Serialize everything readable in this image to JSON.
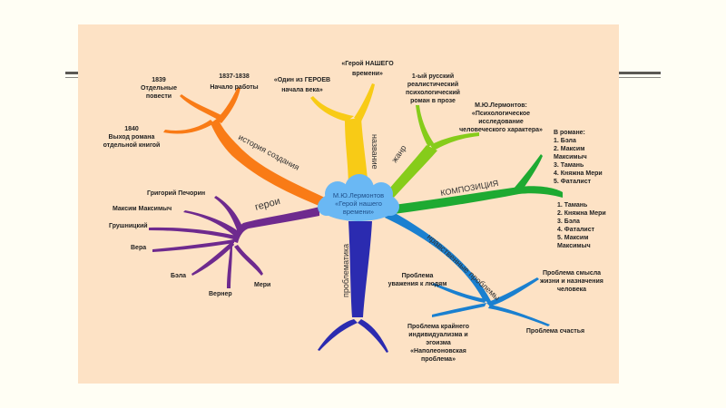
{
  "colors": {
    "slide_bg": "#fffef4",
    "panel_bg": "#fde2c5",
    "history": "#f97b16",
    "title": "#f8cb16",
    "genre": "#86cc1a",
    "composition": "#1eaa32",
    "moral": "#1a80d0",
    "problematics": "#2b2bb0",
    "heroes": "#6e2a8e",
    "cloud": "#6ab8f4"
  },
  "center": {
    "lines": [
      "М.Ю.Лермонтов",
      "«Герой нашего",
      "времени»"
    ]
  },
  "branches": {
    "history": {
      "label": "история создания",
      "notes": [
        {
          "lines": [
            "1839",
            "Отдельные",
            "повести"
          ]
        },
        {
          "lines": [
            "1837-1838",
            "Начало работы"
          ]
        },
        {
          "lines": [
            "1840",
            "Выход романа",
            "отдельной книгой"
          ]
        }
      ]
    },
    "title": {
      "label": "название",
      "notes": [
        {
          "lines": [
            "«Один из ГЕРОЕВ",
            "начала века»"
          ]
        },
        {
          "lines": [
            "«Герой НАШЕГО",
            "времени»"
          ]
        }
      ]
    },
    "genre": {
      "label": "жанр",
      "notes": [
        {
          "lines": [
            "1-ый русский",
            "реалистический",
            "психологический",
            "роман в прозе"
          ]
        },
        {
          "lines": [
            "М.Ю.Лермонтов:",
            "«Психологическое",
            "исследование",
            "человеческого характера»"
          ]
        }
      ]
    },
    "composition": {
      "label": "КОМПОЗИЦИЯ",
      "notes": [
        {
          "lines": [
            "В романе:",
            "1. Бэла",
            "2. Максим",
            "Максимыч",
            "3. Тамань",
            "4. Княжна Мери",
            "5. Фаталист"
          ]
        },
        {
          "lines": [
            "1. Тамань",
            "2. Княжна Мери",
            "3. Бэла",
            "4. Фаталист",
            "5. Максим",
            "Максимыч"
          ]
        }
      ]
    },
    "moral": {
      "label": "нравственные проблемы",
      "notes": [
        {
          "lines": [
            "Проблема",
            "уважения к людям"
          ]
        },
        {
          "lines": [
            "Проблема смысла",
            "жизни и назначения",
            "человека"
          ]
        },
        {
          "lines": [
            "Проблема крайнего",
            "индивидуализма и",
            "эгоизма",
            "«Наполеоновская",
            "проблема»"
          ]
        },
        {
          "lines": [
            "Проблема счастья"
          ]
        }
      ]
    },
    "problematics": {
      "label": "проблематика"
    },
    "heroes": {
      "label": "герои",
      "notes": [
        {
          "lines": [
            "Григорий Печорин"
          ]
        },
        {
          "lines": [
            "Максим Максимыч"
          ]
        },
        {
          "lines": [
            "Грушницкий"
          ]
        },
        {
          "lines": [
            "Вера"
          ]
        },
        {
          "lines": [
            "Бэла"
          ]
        },
        {
          "lines": [
            "Вернер"
          ]
        },
        {
          "lines": [
            "Мери"
          ]
        }
      ]
    }
  }
}
